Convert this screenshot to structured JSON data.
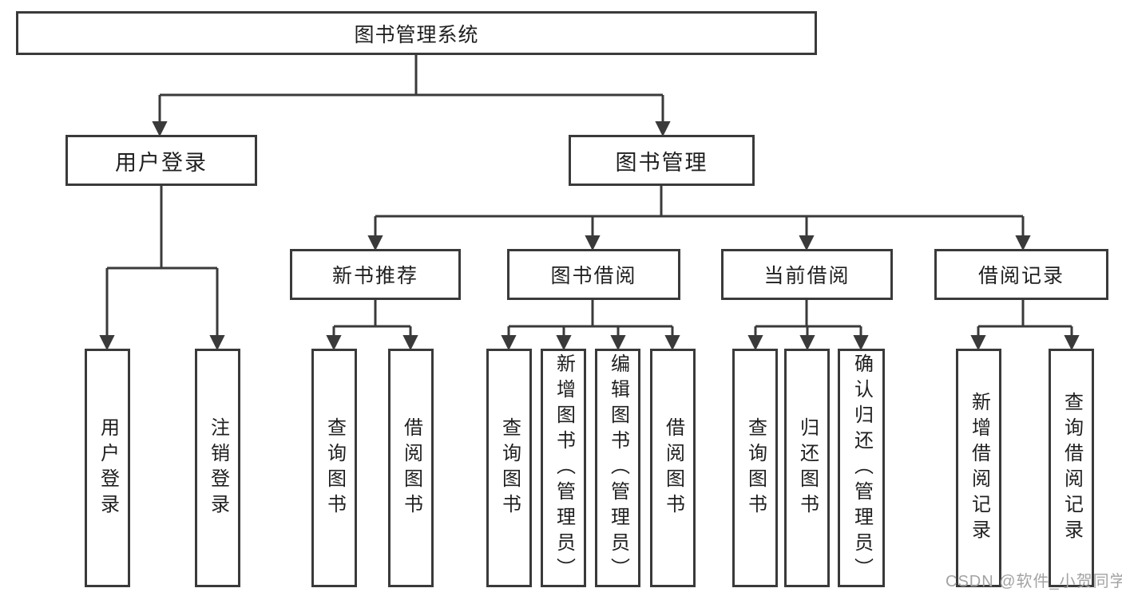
{
  "colors": {
    "background": "#ffffff",
    "line": "#3a3a3a",
    "box_border": "#3a3a3a",
    "text": "#1f1f1f",
    "watermark": "#a3a3a3"
  },
  "watermark": {
    "text": "CSDN @软件_小贺同学"
  },
  "tree": {
    "root": {
      "label": "图书管理系统"
    },
    "branches": [
      {
        "label": "用户登录",
        "children": [
          {
            "label": "用户登录"
          },
          {
            "label": "注销登录"
          }
        ]
      },
      {
        "label": "图书管理",
        "groups": [
          {
            "label": "新书推荐",
            "children": [
              {
                "label": "查询图书"
              },
              {
                "label": "借阅图书"
              }
            ]
          },
          {
            "label": "图书借阅",
            "children": [
              {
                "label": "查询图书"
              },
              {
                "label": "新增图书（管理员）"
              },
              {
                "label": "编辑图书（管理员）"
              },
              {
                "label": "借阅图书"
              }
            ]
          },
          {
            "label": "当前借阅",
            "children": [
              {
                "label": "查询图书"
              },
              {
                "label": "归还图书"
              },
              {
                "label": "确认归还（管理员）"
              }
            ]
          },
          {
            "label": "借阅记录",
            "children": [
              {
                "label": "新增借阅记录"
              },
              {
                "label": "查询借阅记录"
              }
            ]
          }
        ]
      }
    ]
  }
}
